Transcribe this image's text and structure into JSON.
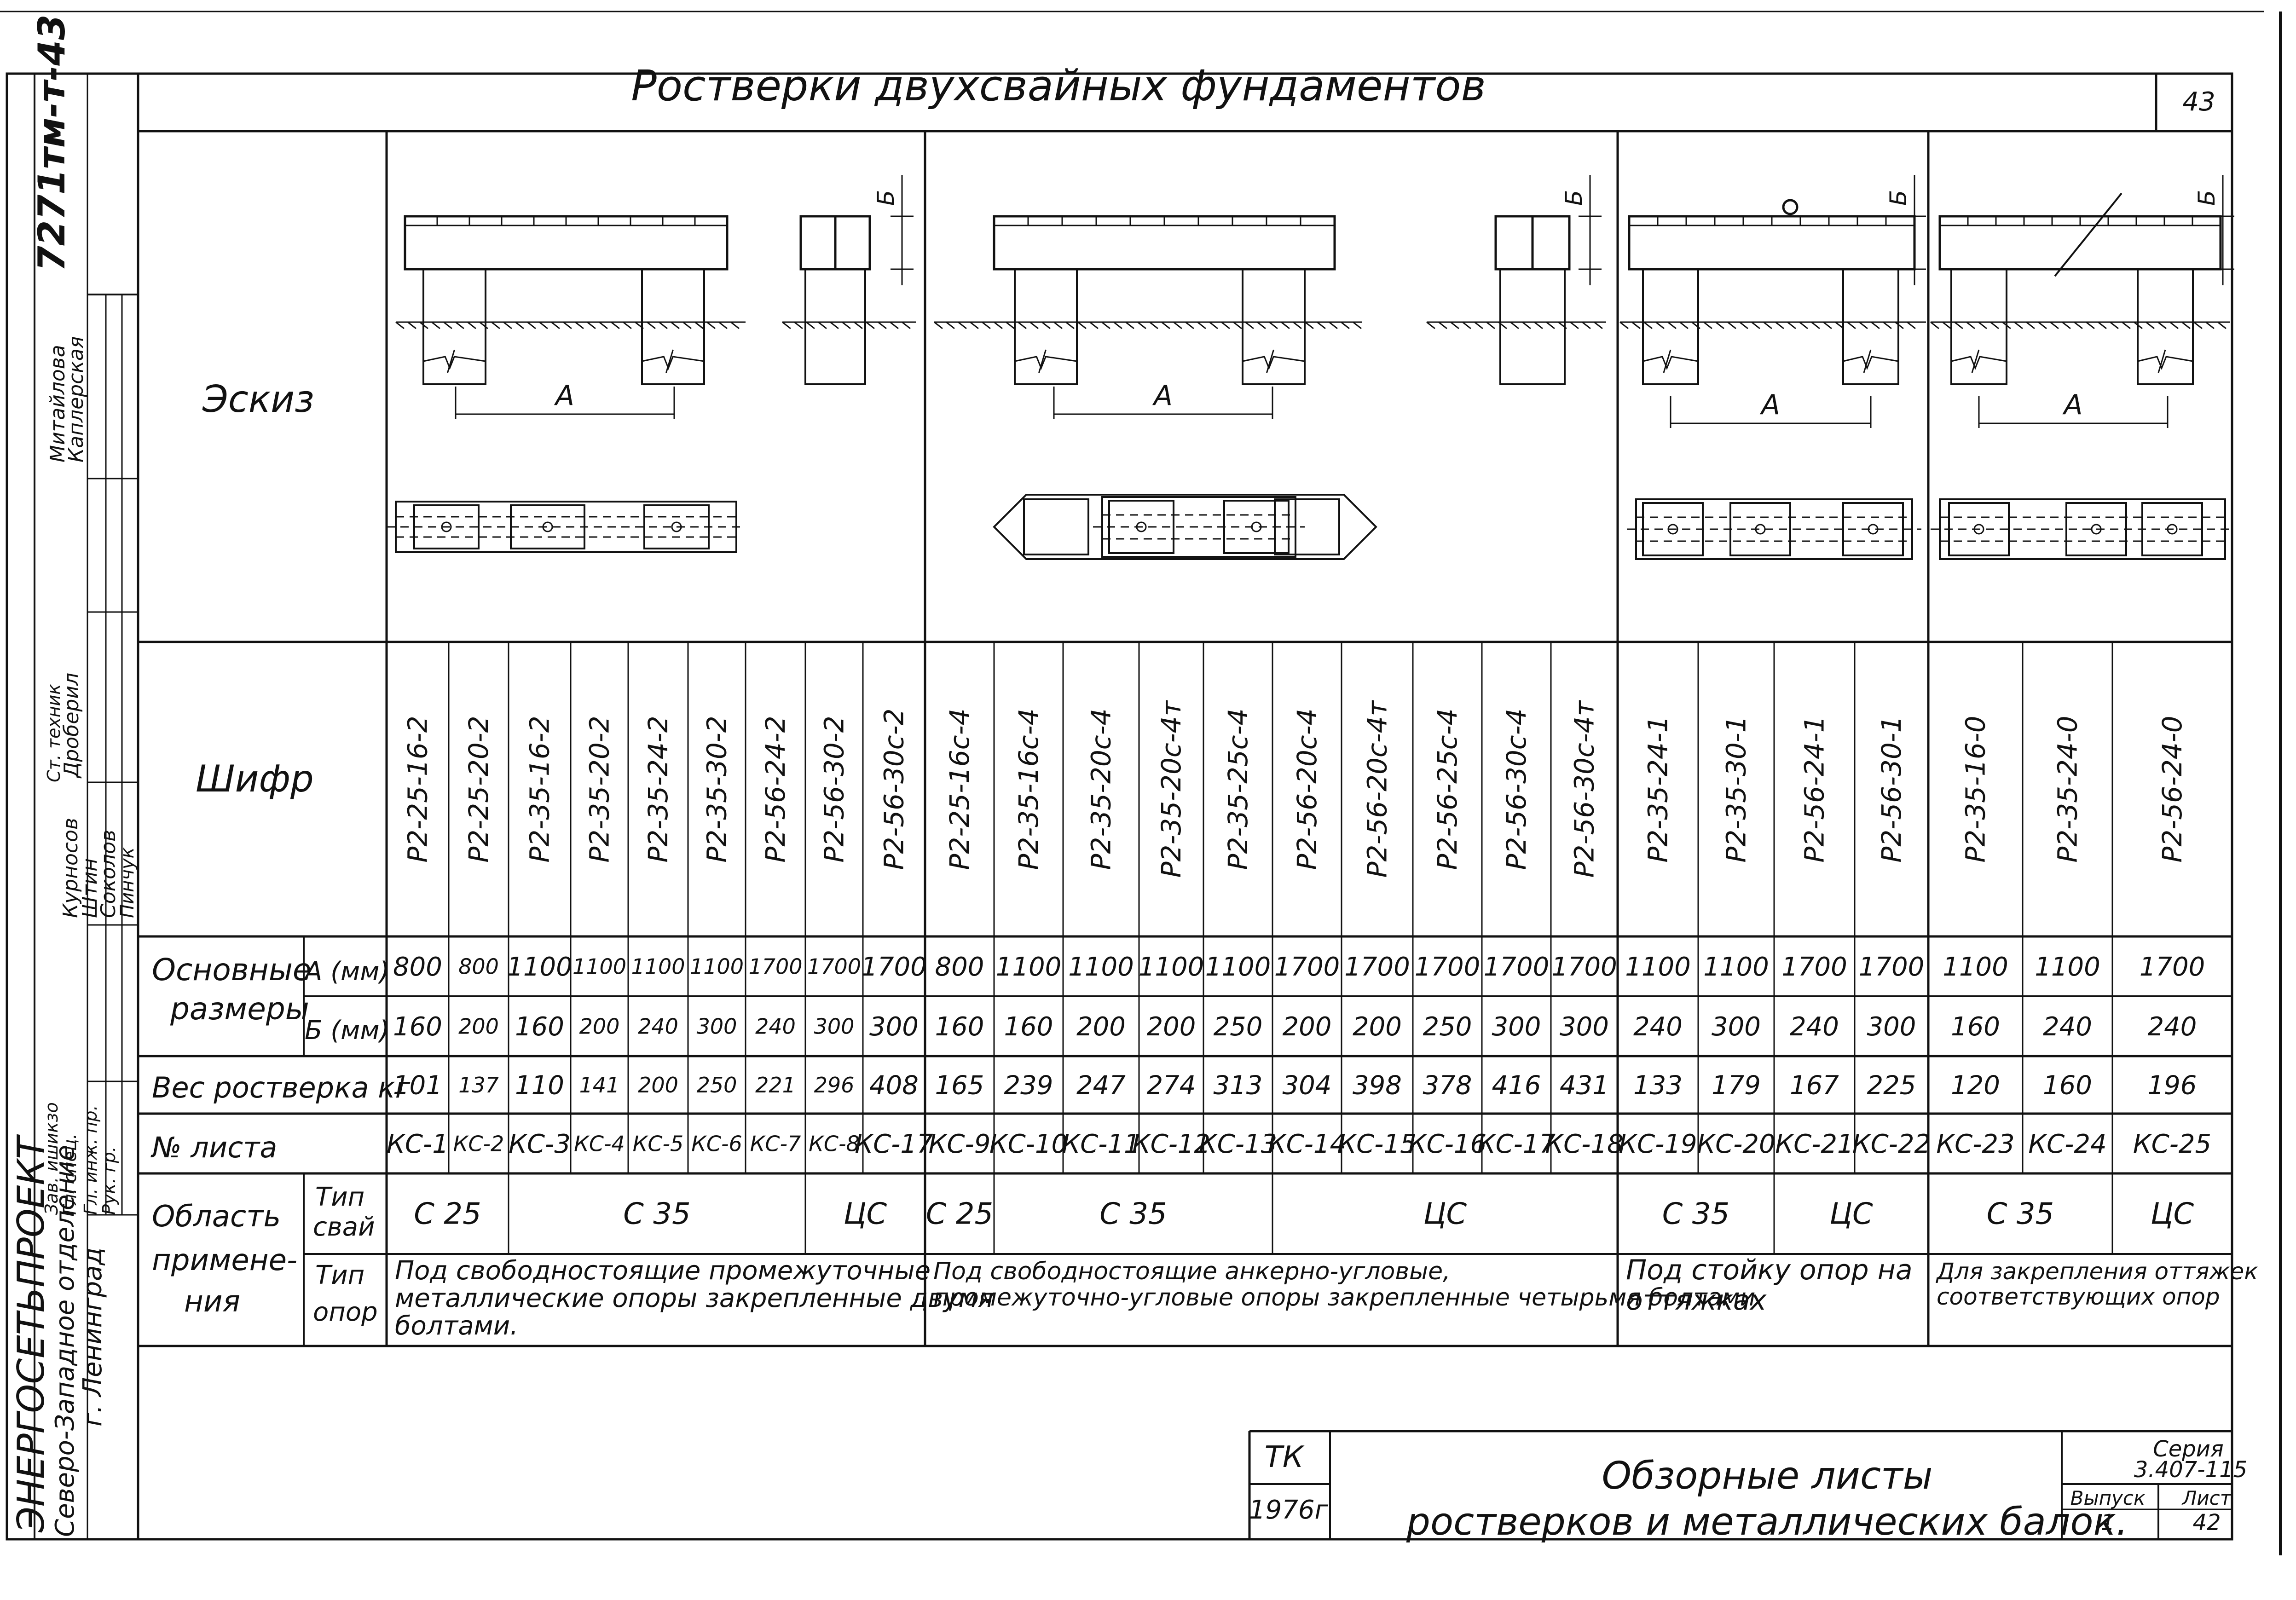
{
  "title": "Ростверки двухсвайных фундаментов",
  "corner_page": "43",
  "side_code": "7271тм-т-43",
  "side": {
    "org": "ЭНЕРГОСЕТЬПРОЕКТ",
    "branch": "Северо-Западное отделение",
    "city": "г. Ленинград",
    "roles": [
      "Зав. ишикзо",
      "Гл. спец.",
      "Гл. инж. пр.",
      "Рук. гр.",
      "Ст. техник"
    ],
    "names": [
      "Курносов",
      "Штин",
      "Соколов",
      "Пинчук",
      "Дроберил",
      "Митайлова",
      "Каплерская"
    ]
  },
  "rows": {
    "sketch": "Эскиз",
    "code": "Шифр",
    "dims": "Основные размеры",
    "a_mm": "А (мм)",
    "b_mm": "Б (мм)",
    "weight": "Вес ростверка кг",
    "sheet_no": "№ листа",
    "area": "Область примене-ния",
    "pile_type": "Тип свай",
    "support_type": "Тип опор"
  },
  "sketch_labels": {
    "dim_a": "А",
    "dim_b": "Б"
  },
  "columns": [
    {
      "code": "Р2-25-16-2",
      "a": "800",
      "b": "160",
      "w": "101",
      "s": "КС-1"
    },
    {
      "code": "Р2-25-20-2",
      "a": "800",
      "b": "200",
      "w": "137",
      "s": "КС-2"
    },
    {
      "code": "Р2-35-16-2",
      "a": "1100",
      "b": "160",
      "w": "110",
      "s": "КС-3"
    },
    {
      "code": "Р2-35-20-2",
      "a": "1100",
      "b": "200",
      "w": "141",
      "s": "КС-4"
    },
    {
      "code": "Р2-35-24-2",
      "a": "1100",
      "b": "240",
      "w": "200",
      "s": "КС-5"
    },
    {
      "code": "Р2-35-30-2",
      "a": "1100",
      "b": "300",
      "w": "250",
      "s": "КС-6"
    },
    {
      "code": "Р2-56-24-2",
      "a": "1700",
      "b": "240",
      "w": "221",
      "s": "КС-7"
    },
    {
      "code": "Р2-56-30-2",
      "a": "1700",
      "b": "300",
      "w": "296",
      "s": "КС-8"
    },
    {
      "code": "Р2-56-30с-2",
      "a": "1700",
      "b": "300",
      "w": "408",
      "s": "КС-17"
    },
    {
      "code": "Р2-25-16с-4",
      "a": "800",
      "b": "160",
      "w": "165",
      "s": "КС-9"
    },
    {
      "code": "Р2-35-16с-4",
      "a": "1100",
      "b": "160",
      "w": "239",
      "s": "КС-10"
    },
    {
      "code": "Р2-35-20с-4",
      "a": "1100",
      "b": "200",
      "w": "247",
      "s": "КС-11"
    },
    {
      "code": "Р2-35-20с-4т",
      "a": "1100",
      "b": "200",
      "w": "274",
      "s": "КС-12"
    },
    {
      "code": "Р2-35-25с-4",
      "a": "1100",
      "b": "250",
      "w": "313",
      "s": "КС-13"
    },
    {
      "code": "Р2-56-20с-4",
      "a": "1700",
      "b": "200",
      "w": "304",
      "s": "КС-14"
    },
    {
      "code": "Р2-56-20с-4т",
      "a": "1700",
      "b": "200",
      "w": "398",
      "s": "КС-15"
    },
    {
      "code": "Р2-56-25с-4",
      "a": "1700",
      "b": "250",
      "w": "378",
      "s": "КС-16"
    },
    {
      "code": "Р2-56-30с-4",
      "a": "1700",
      "b": "300",
      "w": "416",
      "s": "КС-17"
    },
    {
      "code": "Р2-56-30с-4т",
      "a": "1700",
      "b": "300",
      "w": "431",
      "s": "КС-18"
    },
    {
      "code": "Р2-35-24-1",
      "a": "1100",
      "b": "240",
      "w": "133",
      "s": "КС-19"
    },
    {
      "code": "Р2-35-30-1",
      "a": "1100",
      "b": "300",
      "w": "179",
      "s": "КС-20"
    },
    {
      "code": "Р2-56-24-1",
      "a": "1700",
      "b": "240",
      "w": "167",
      "s": "КС-21"
    },
    {
      "code": "Р2-56-30-1",
      "a": "1700",
      "b": "300",
      "w": "225",
      "s": "КС-22"
    },
    {
      "code": "Р2-35-16-0",
      "a": "1100",
      "b": "160",
      "w": "120",
      "s": "КС-23"
    },
    {
      "code": "Р2-35-24-0",
      "a": "1100",
      "b": "240",
      "w": "160",
      "s": "КС-24"
    },
    {
      "code": "Р2-56-24-0",
      "a": "1700",
      "b": "240",
      "w": "196",
      "s": "КС-25"
    }
  ],
  "pile_groups": [
    "С 25",
    "С 35",
    "ЦС",
    "С 25",
    "С 35",
    "ЦС",
    "С 35",
    "ЦС",
    "С 35",
    "ЦС"
  ],
  "support_groups": [
    "Под свободностоящие промежуточные металлические опоры закрепленные двумя болтами.",
    "Под свободностоящие анкерно-угловые, промежуточно-угловые опоры закрепленные четырьмя болтами",
    "Под стойку опор на оттяжках",
    "Для закрепления оттяжек соответствующих опор"
  ],
  "stamp": {
    "org": "ТК",
    "year": "1976г",
    "title1": "Обзорные листы",
    "title2": "ростверков и металлических балок.",
    "series_label": "Серия",
    "series": "3.407-115",
    "issue_label": "Выпуск",
    "sheet_label": "Лист",
    "issue": "1",
    "sheet": "42"
  }
}
